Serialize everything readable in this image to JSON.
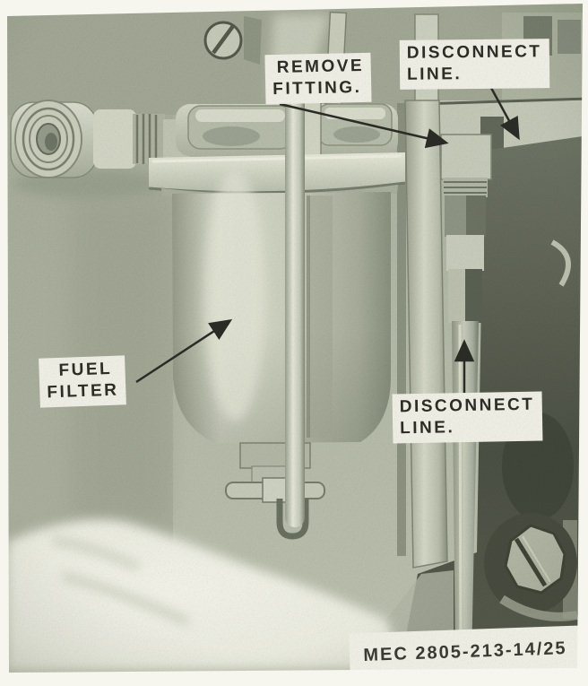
{
  "figure": {
    "callouts": {
      "remove_fitting": {
        "line1": "REMOVE",
        "line2": "FITTING."
      },
      "disconnect_line_top": {
        "line1": "DISCONNECT",
        "line2": "LINE."
      },
      "fuel_filter": {
        "line1": "FUEL",
        "line2": "FILTER"
      },
      "disconnect_line_bottom": {
        "line1": "DISCONNECT",
        "line2": "LINE."
      }
    },
    "caption": "MEC 2805-213-14/25"
  },
  "colors": {
    "page_background": "#f6f5ee",
    "photo_base": "#b3b8a6",
    "label_background": "#f2f1e7",
    "label_text": "#2e2e27",
    "arrow": "#2c2c26",
    "dark_engine_area": "#4b5044"
  }
}
